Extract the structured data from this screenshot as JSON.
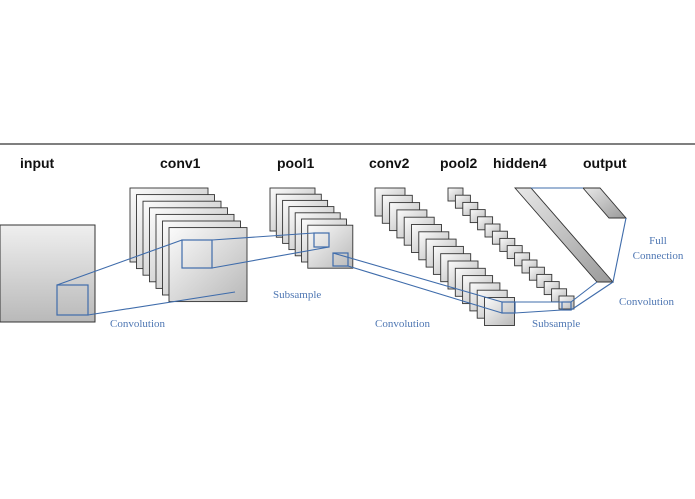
{
  "layers": {
    "input": "input",
    "conv1": "conv1",
    "pool1": "pool1",
    "conv2": "conv2",
    "pool2": "pool2",
    "hidden4": "hidden4",
    "output": "output"
  },
  "operations": {
    "conv_a": "Convolution",
    "sub_a": "Subsample",
    "conv_b": "Convolution",
    "sub_b": "Subsample",
    "full_1": "Full",
    "full_2": "Connection",
    "conv_c": "Convolution"
  },
  "colors": {
    "divider": "#333333",
    "annotation": "#4f77b3",
    "box_stroke": "#333333",
    "connector": "#3f6cab",
    "box_fill_light": "#f7f7f7",
    "box_fill_dark": "#bcbcbc"
  }
}
